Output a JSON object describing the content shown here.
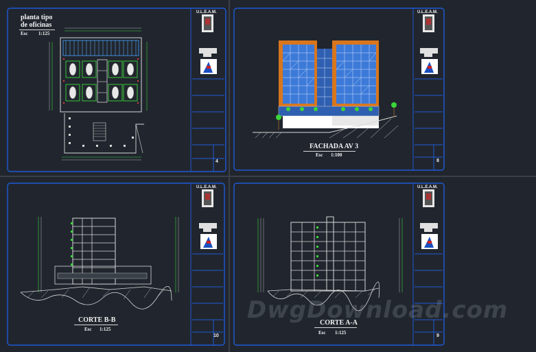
{
  "sheets": {
    "s1": {
      "title_line1": "planta tipo",
      "title_line2": "de oficinas",
      "scale_label": "Esc",
      "scale_value": "1:125",
      "number": "4"
    },
    "s2": {
      "title": "FACHADA AV 3",
      "scale_label": "Esc",
      "scale_value": "1:100",
      "number": "8"
    },
    "s3": {
      "title": "CORTE B-B",
      "scale_label": "Esc",
      "scale_value": "1:125",
      "number": "10"
    },
    "s4": {
      "title": "CORTE A-A",
      "scale_label": "Esc",
      "scale_value": "1:125",
      "number": "9"
    }
  },
  "title_block": {
    "institution": "U.L.E.A.M."
  },
  "watermark": "DwgDownload.com",
  "colors": {
    "background": "#21262e",
    "frame": "#1f5ad6",
    "line": "#d8d8d8",
    "glass": "#3d7ad8",
    "orange": "#d8761e",
    "green": "#3ad63a"
  }
}
